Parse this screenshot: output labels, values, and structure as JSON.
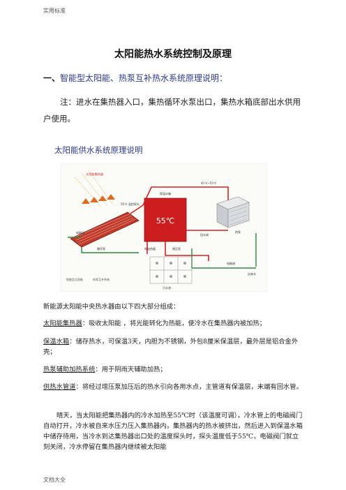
{
  "header": "实用标准",
  "footer": "文档大全",
  "title": "太阳能热水系统控制及原理",
  "section_number": "一、",
  "section_title": "智能型太阳能、热泵互补热水系统原理说明：",
  "note": "注：进水在集热器入口，集热循环水泵出口，集热水箱底部出水供用户使用。",
  "subheading": "太阳能供水系统原理说明",
  "diagram": {
    "labels": {
      "solar_collector": "太阳能集热器",
      "temp_sensor": "55℃ 温控探头",
      "tank_temp": "55℃",
      "range": "45℃~55℃",
      "insulated_tank": "保温水箱",
      "heat_pump": "热泵",
      "circ_pump": "循环泵",
      "solenoid_valve": "电磁阀",
      "electric_heater": "电加热器",
      "boost_pump": "增压泵",
      "makeup_valve": "电磁阀",
      "return_valve": "回水阀",
      "drain": "污水池",
      "tap_water": "自来水",
      "caption_left": "智能型太阳能",
      "caption_right": "热泵互补系统"
    }
  },
  "intro": "新能源太阳能中央热水器由以下四大部分组成：",
  "parts": [
    {
      "term": "太阳能集热器",
      "desc": "：吸收太阳能 ，将光能转化为热能，使冷水在集热器内被加热；"
    },
    {
      "term": "保温水箱",
      "desc": "：储存热水，可保温3天，内胆为不锈钢，外包8厘米保温层，最外层是铝合金外壳；"
    },
    {
      "term": "热泵辅助加热系统",
      "desc": "：用于阴雨天辅助加热；"
    },
    {
      "term": "供热水管道",
      "desc": "：将经过增压泵加压后的热水引向各用水点，主管道有保温层，末端有回水管。"
    }
  ],
  "para": "晴天，当太阳能把集热器内的冷水加热至55℃时（该温度可调），冷水管上的电磁阀门自动打开，冷水被自来水压力压入集热器内，集热器内的热水被挤出，然后进入到保温水箱中储存待用，当冷水到达集热器出口处的温度探头时，探头温度低于55℃，电磁阀门就立刻关闭，冷水停留在集热器内继续被太阳能"
}
